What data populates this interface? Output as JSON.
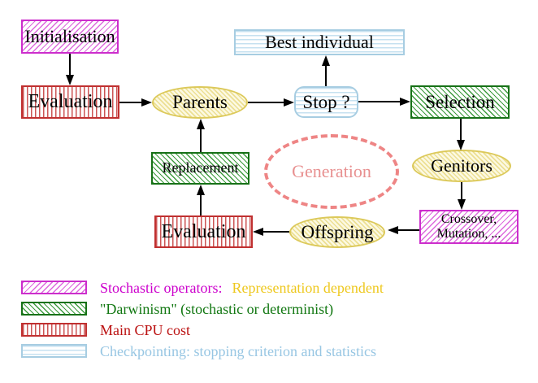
{
  "diagram": {
    "nodes": {
      "initialisation": {
        "label": "Initialisation"
      },
      "evaluation_top": {
        "label": "Evaluation"
      },
      "parents": {
        "label": "Parents"
      },
      "best_individual": {
        "label": "Best individual"
      },
      "stop": {
        "label": "Stop ?"
      },
      "selection": {
        "label": "Selection"
      },
      "genitors": {
        "label": "Genitors"
      },
      "crossover_mutation": {
        "line1": "Crossover,",
        "line2": "Mutation, ..."
      },
      "offspring": {
        "label": "Offspring"
      },
      "evaluation_bottom": {
        "label": "Evaluation"
      },
      "replacement": {
        "label": "Replacement"
      },
      "generation": {
        "label": "Generation"
      }
    },
    "legend": [
      {
        "swatch": "magenta-hatch",
        "label": "Stochastic operators:",
        "label2": "Representation dependent"
      },
      {
        "swatch": "green-hatch",
        "label": "\"Darwinism\" (stochastic or determinist)"
      },
      {
        "swatch": "red-vlines",
        "label": "Main CPU cost"
      },
      {
        "swatch": "cyan-hlines",
        "label": "Checkpointing: stopping criterion and statistics"
      }
    ],
    "colors": {
      "magenta_border": "#cc2ecc",
      "magenta_text": "#cc00cc",
      "green": "#177117",
      "red_border": "#c03030",
      "red_text": "#bb1111",
      "cyan_border": "#a7cde2",
      "cyan_text": "#97c6e3",
      "yellow_border": "#dcc95a",
      "yellow_text": "#eec81e",
      "salmon": "#ee8585",
      "arrow": "#000000"
    }
  }
}
